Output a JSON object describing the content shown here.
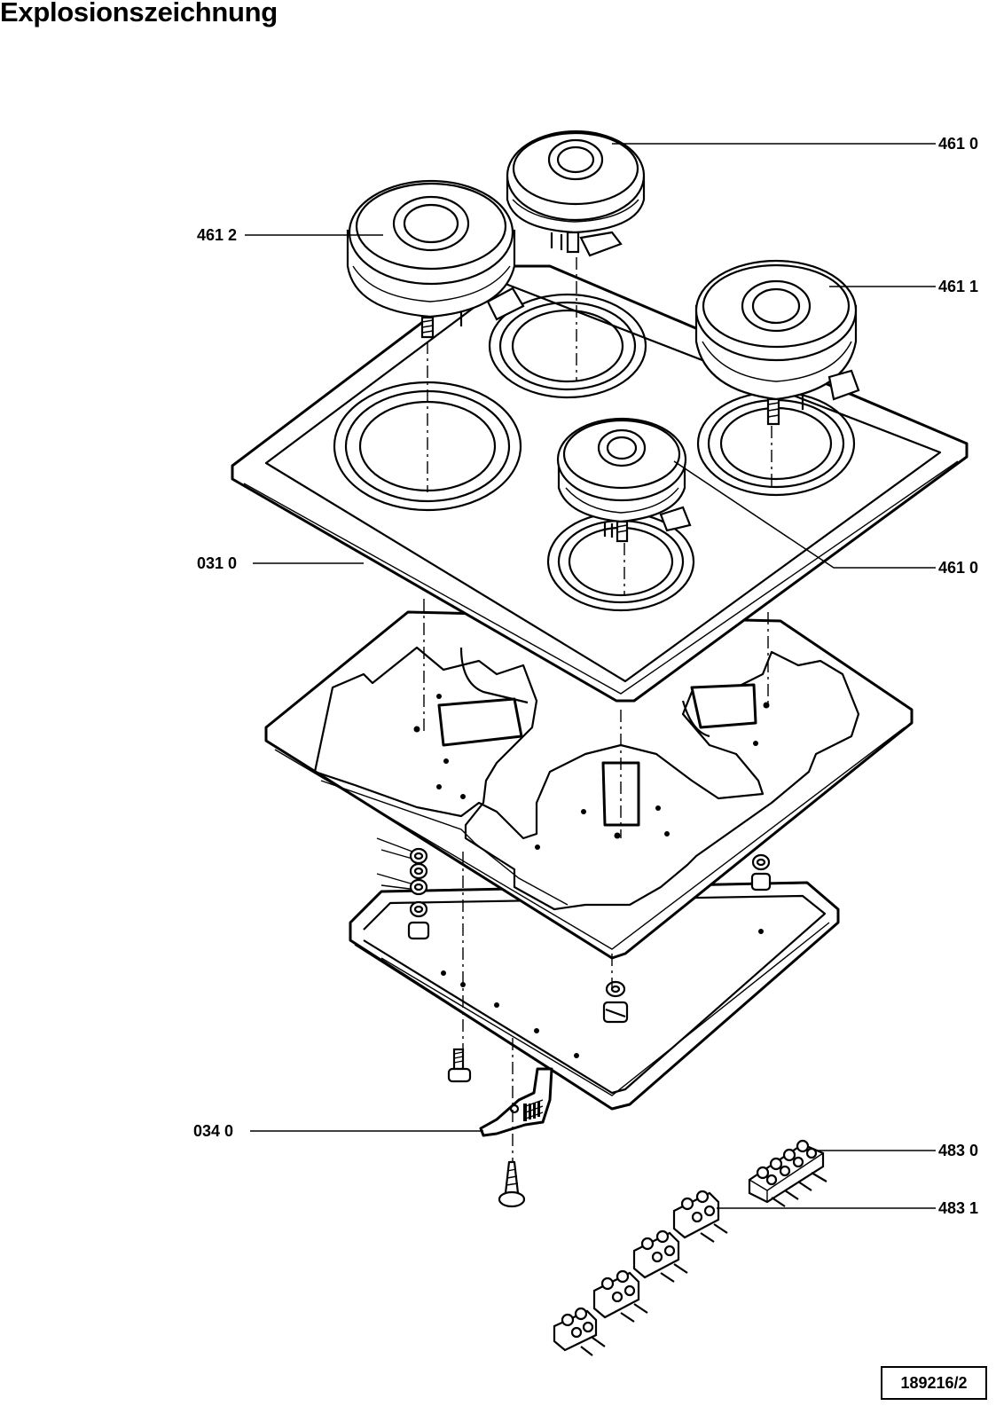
{
  "title": "Explosionszeichnung",
  "drawing_number": "189216/2",
  "part_labels": {
    "burner_rear": "461 0",
    "burner_left": "461 2",
    "burner_right": "461 1",
    "burner_front": "461 0",
    "cooktop_plate": "031 0",
    "bracket": "034 0",
    "terminal_block_a": "483 0",
    "terminal_block_b": "483 1"
  }
}
